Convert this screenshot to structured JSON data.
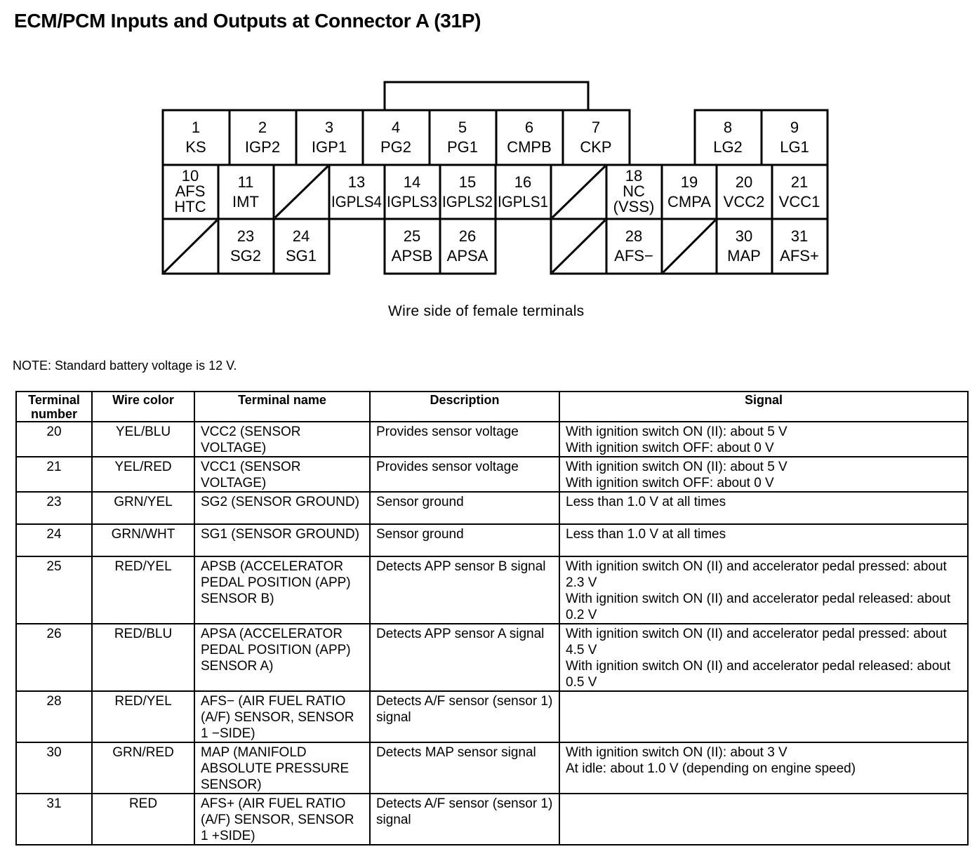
{
  "title": "ECM/PCM Inputs and Outputs at Connector A (31P)",
  "connector": {
    "caption": "Wire side of female terminals",
    "terminals": [
      {
        "num": "1",
        "label": "KS"
      },
      {
        "num": "2",
        "label": "IGP2"
      },
      {
        "num": "3",
        "label": "IGP1"
      },
      {
        "num": "4",
        "label": "PG2"
      },
      {
        "num": "5",
        "label": "PG1"
      },
      {
        "num": "6",
        "label": "CMPB"
      },
      {
        "num": "7",
        "label": "CKP"
      },
      {
        "num": "8",
        "label": "LG2"
      },
      {
        "num": "9",
        "label": "LG1"
      },
      {
        "num": "10",
        "label": "AFS",
        "label2": "HTC"
      },
      {
        "num": "11",
        "label": "IMT"
      },
      {
        "num": "13",
        "label": "IGPLS4"
      },
      {
        "num": "14",
        "label": "IGPLS3"
      },
      {
        "num": "15",
        "label": "IGPLS2"
      },
      {
        "num": "16",
        "label": "IGPLS1"
      },
      {
        "num": "18",
        "label": "NC",
        "label2": "(VSS)"
      },
      {
        "num": "19",
        "label": "CMPA"
      },
      {
        "num": "20",
        "label": "VCC2"
      },
      {
        "num": "21",
        "label": "VCC1"
      },
      {
        "num": "23",
        "label": "SG2"
      },
      {
        "num": "24",
        "label": "SG1"
      },
      {
        "num": "25",
        "label": "APSB"
      },
      {
        "num": "26",
        "label": "APSA"
      },
      {
        "num": "28",
        "label": "AFS−"
      },
      {
        "num": "30",
        "label": "MAP"
      },
      {
        "num": "31",
        "label": "AFS+"
      }
    ]
  },
  "note": "NOTE: Standard battery voltage is 12 V.",
  "table": {
    "headers": {
      "terminal_number": "Terminal number",
      "wire_color": "Wire color",
      "terminal_name": "Terminal name",
      "description": "Description",
      "signal": "Signal"
    },
    "rows": [
      {
        "num": "20",
        "wire": "YEL/BLU",
        "name": "VCC2 (SENSOR VOLTAGE)",
        "desc": "Provides sensor voltage",
        "signal": [
          "With ignition switch ON (II): about 5 V",
          "With ignition switch OFF: about 0 V"
        ]
      },
      {
        "num": "21",
        "wire": "YEL/RED",
        "name": "VCC1 (SENSOR VOLTAGE)",
        "desc": "Provides sensor voltage",
        "signal": [
          "With ignition switch ON (II): about 5 V",
          "With ignition switch OFF: about 0 V"
        ]
      },
      {
        "num": "23",
        "wire": "GRN/YEL",
        "name": "SG2 (SENSOR GROUND)",
        "desc": "Sensor ground",
        "signal": [
          "Less than 1.0 V at all times"
        ]
      },
      {
        "num": "24",
        "wire": "GRN/WHT",
        "name": "SG1 (SENSOR GROUND)",
        "desc": "Sensor ground",
        "signal": [
          "Less than 1.0 V at all times"
        ]
      },
      {
        "num": "25",
        "wire": "RED/YEL",
        "name": "APSB (ACCELERATOR PEDAL POSITION (APP) SENSOR B)",
        "desc": "Detects APP sensor B signal",
        "signal": [
          "With ignition switch ON (II) and accelerator pedal pressed: about 2.3 V",
          "With ignition switch ON (II) and accelerator pedal released: about 0.2 V"
        ]
      },
      {
        "num": "26",
        "wire": "RED/BLU",
        "name": "APSA (ACCELERATOR PEDAL POSITION (APP) SENSOR A)",
        "desc": "Detects APP sensor A signal",
        "signal": [
          "With ignition switch ON (II) and accelerator pedal pressed: about 4.5 V",
          "With ignition switch ON (II) and accelerator pedal released: about 0.5 V"
        ]
      },
      {
        "num": "28",
        "wire": "RED/YEL",
        "name": "AFS− (AIR FUEL RATIO (A/F) SENSOR, SENSOR 1 −SIDE)",
        "desc": "Detects A/F sensor (sensor 1) signal",
        "signal": []
      },
      {
        "num": "30",
        "wire": "GRN/RED",
        "name": "MAP (MANIFOLD ABSOLUTE PRESSURE SENSOR)",
        "desc": "Detects MAP sensor signal",
        "signal": [
          "With ignition switch ON (II): about 3 V",
          "At idle: about 1.0 V (depending on engine speed)"
        ]
      },
      {
        "num": "31",
        "wire": "RED",
        "name": "AFS+ (AIR FUEL RATIO (A/F) SENSOR, SENSOR 1 +SIDE)",
        "desc": "Detects A/F sensor (sensor 1) signal",
        "signal": []
      }
    ]
  }
}
